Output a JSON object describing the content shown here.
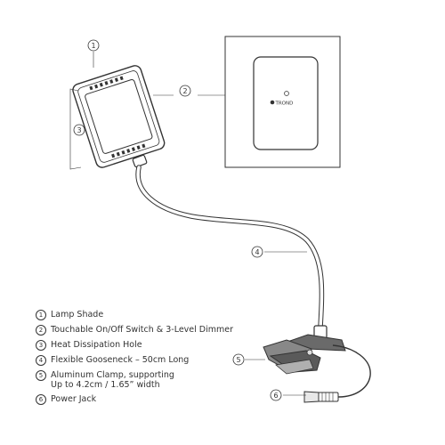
{
  "callouts": {
    "c1": "1",
    "c2": "2",
    "c3": "3",
    "c4": "4",
    "c5": "5",
    "c6": "6"
  },
  "brand_text": "TROND",
  "legend": [
    {
      "num": "1",
      "text": "Lamp Shade"
    },
    {
      "num": "2",
      "text": "Touchable On/Off Switch & 3-Level Dimmer"
    },
    {
      "num": "3",
      "text": "Heat Dissipation Hole"
    },
    {
      "num": "4",
      "text": "Flexible Gooseneck – 50cm Long"
    },
    {
      "num": "5",
      "text": "Aluminum Clamp, supporting\nUp to 4.2cm / 1.65” width"
    },
    {
      "num": "6",
      "text": "Power Jack"
    }
  ]
}
